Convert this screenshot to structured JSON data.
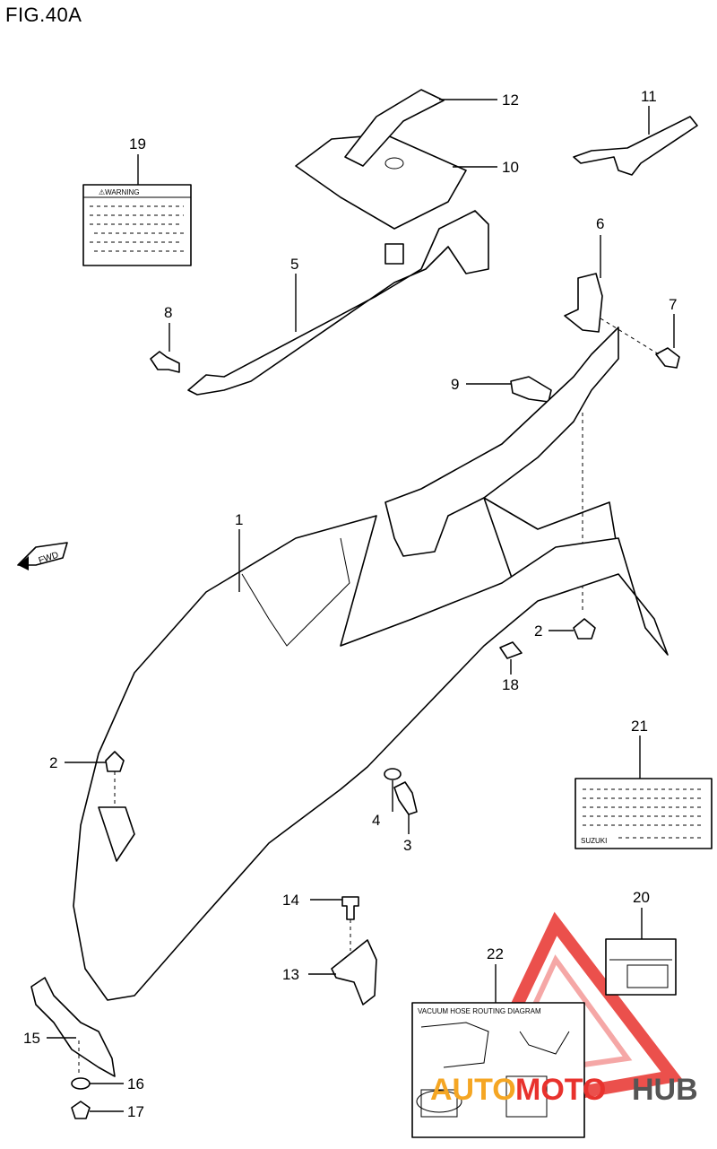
{
  "figure": {
    "title": "FIG.40A"
  },
  "fwd_badge": "FWD",
  "callouts": {
    "c1": "1",
    "c2a": "2",
    "c2b": "2",
    "c3": "3",
    "c4": "4",
    "c5": "5",
    "c6": "6",
    "c7": "7",
    "c8": "8",
    "c9": "9",
    "c10": "10",
    "c11": "11",
    "c12": "12",
    "c13": "13",
    "c14": "14",
    "c15": "15",
    "c16": "16",
    "c17": "17",
    "c18": "18",
    "c19": "19",
    "c20": "20",
    "c21": "21",
    "c22": "22"
  },
  "labels": {
    "warning": "⚠WARNING",
    "suzuki": "SUZUKI",
    "vacuum": "VACUUM HOSE ROUTING DIAGRAM"
  },
  "watermark": {
    "part1": "AUTO",
    "part2": "MOTO",
    "part3": "HUB",
    "color_red": "#e8322d",
    "color_orange": "#f5a623",
    "color_gray": "#555555"
  }
}
